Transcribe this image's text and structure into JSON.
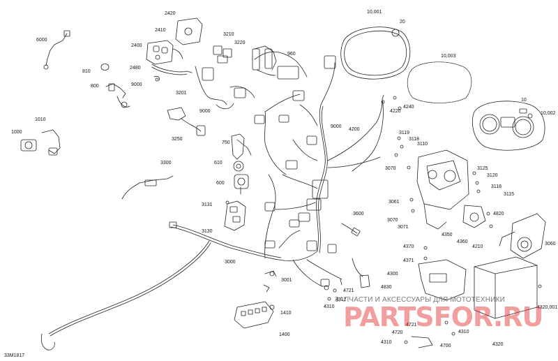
{
  "figure_id": "33M1817",
  "watermark": {
    "text": "ЗАПЧАСТИ И АКСЕССУАРЫ ДЛЯ МОТОТЕХНИКИ",
    "logo": "PARTSFOR.RU",
    "color": "#de2828"
  },
  "callouts": [
    "2420",
    "2410",
    "2400",
    "3210",
    "3220",
    "960",
    "10,001",
    "20",
    "6000",
    "810",
    "2480",
    "800",
    "9000",
    "3201",
    "9000",
    "10,003",
    "4220",
    "4240",
    "10",
    "10,002",
    "1010",
    "1000",
    "9000",
    "3250",
    "4200",
    "3119",
    "3118",
    "3110",
    "750",
    "3070",
    "3125",
    "3120",
    "610",
    "3300",
    "3118",
    "3115",
    "600",
    "3061",
    "3131",
    "3070",
    "3071",
    "4820",
    "4350",
    "4360",
    "4210",
    "3600",
    "3130",
    "3060",
    "4370",
    "3000",
    "4371",
    "4300",
    "3001",
    "4830",
    "4721",
    "4310",
    "4312",
    "4320,001",
    "1410",
    "4721",
    "4720",
    "4310",
    "1400",
    "4310",
    "4700",
    "4320"
  ]
}
